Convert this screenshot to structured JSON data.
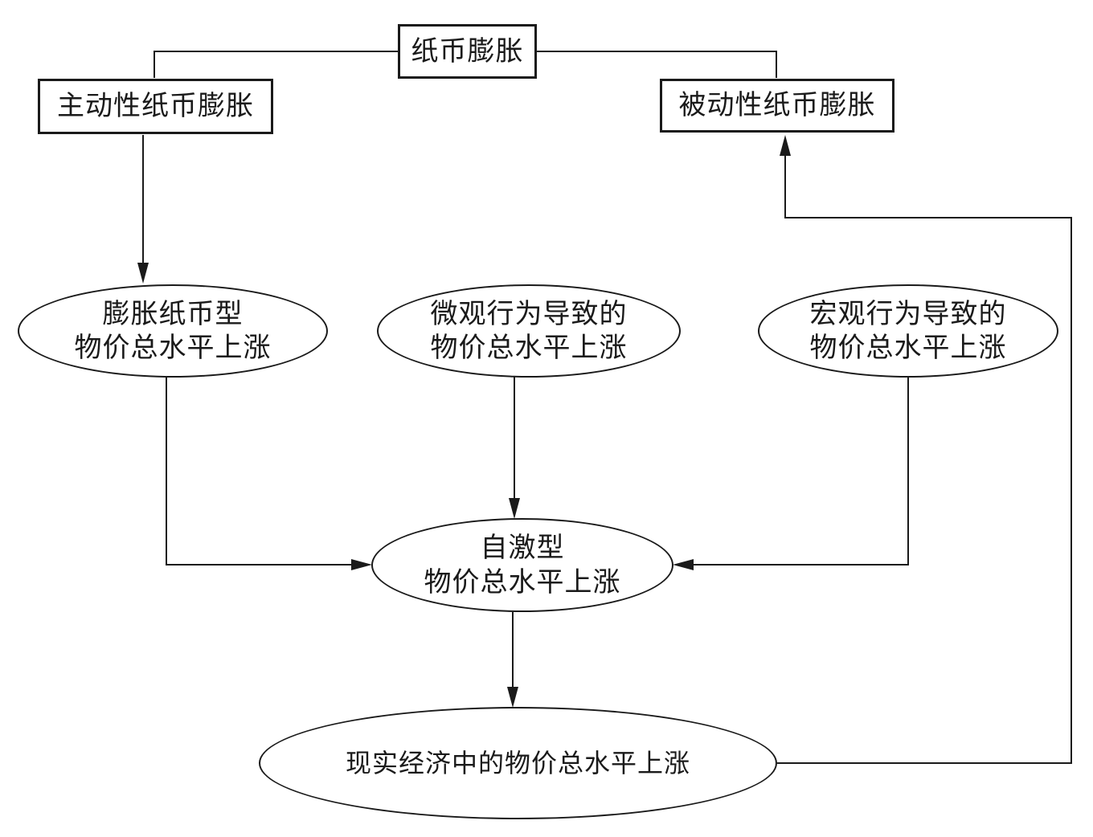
{
  "diagram": {
    "background_color": "#ffffff",
    "stroke_color": "#1a1a1a",
    "node_fill_color": "#ffffff",
    "nodes": {
      "root": {
        "shape": "rect",
        "label": "纸币膨胀"
      },
      "active": {
        "shape": "rect",
        "label": "主动性纸币膨胀"
      },
      "passive": {
        "shape": "rect",
        "label": "被动性纸币膨胀"
      },
      "inflated": {
        "shape": "ellipse",
        "line1": "膨胀纸币型",
        "line2": "物价总水平上涨"
      },
      "micro": {
        "shape": "ellipse",
        "line1": "微观行为导致的",
        "line2": "物价总水平上涨"
      },
      "macro": {
        "shape": "ellipse",
        "line1": "宏观行为导致的",
        "line2": "物价总水平上涨"
      },
      "self_excited": {
        "shape": "ellipse",
        "line1": "自激型",
        "line2": "物价总水平上涨"
      },
      "real": {
        "shape": "ellipse",
        "label": "现实经济中的物价总水平上涨"
      }
    },
    "edges": [
      {
        "from": "root",
        "to": "active",
        "arrow": false
      },
      {
        "from": "root",
        "to": "passive",
        "arrow": false
      },
      {
        "from": "active",
        "to": "inflated",
        "arrow": true
      },
      {
        "from": "inflated",
        "to": "self_excited",
        "arrow": true
      },
      {
        "from": "micro",
        "to": "self_excited",
        "arrow": true
      },
      {
        "from": "macro",
        "to": "self_excited",
        "arrow": true
      },
      {
        "from": "self_excited",
        "to": "real",
        "arrow": true
      },
      {
        "from": "real",
        "to": "passive",
        "arrow": true
      }
    ]
  }
}
